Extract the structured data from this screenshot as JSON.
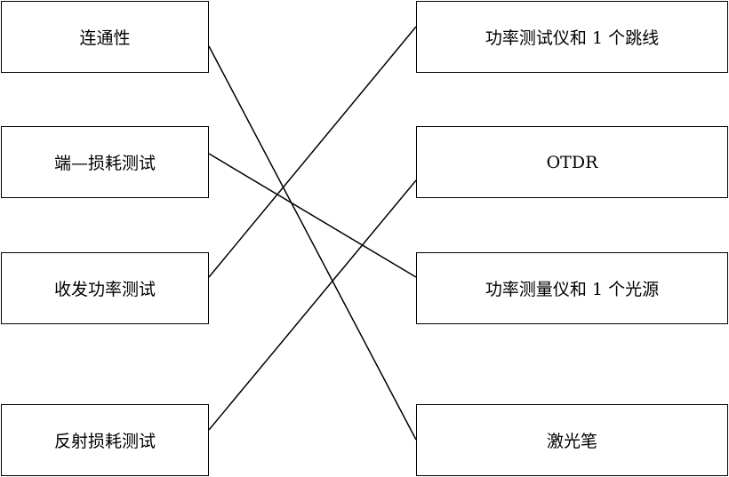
{
  "left_items": [
    {
      "label": "连通性"
    },
    {
      "label": "端—损耗测试"
    },
    {
      "label": "收发功率测试"
    },
    {
      "label": "反射损耗测试"
    }
  ],
  "right_items": [
    {
      "label": "功率测试仪和 1 个跳线"
    },
    {
      "label": "OTDR"
    },
    {
      "label": "功率测量仪和 1 个光源"
    },
    {
      "label": "激光笔"
    }
  ],
  "connections": [
    {
      "from": 0,
      "to": 3
    },
    {
      "from": 1,
      "to": 2
    },
    {
      "from": 2,
      "to": 0
    },
    {
      "from": 3,
      "to": 1
    }
  ],
  "colors": {
    "line": "#000000",
    "border": "#000000",
    "background": "#ffffff"
  }
}
